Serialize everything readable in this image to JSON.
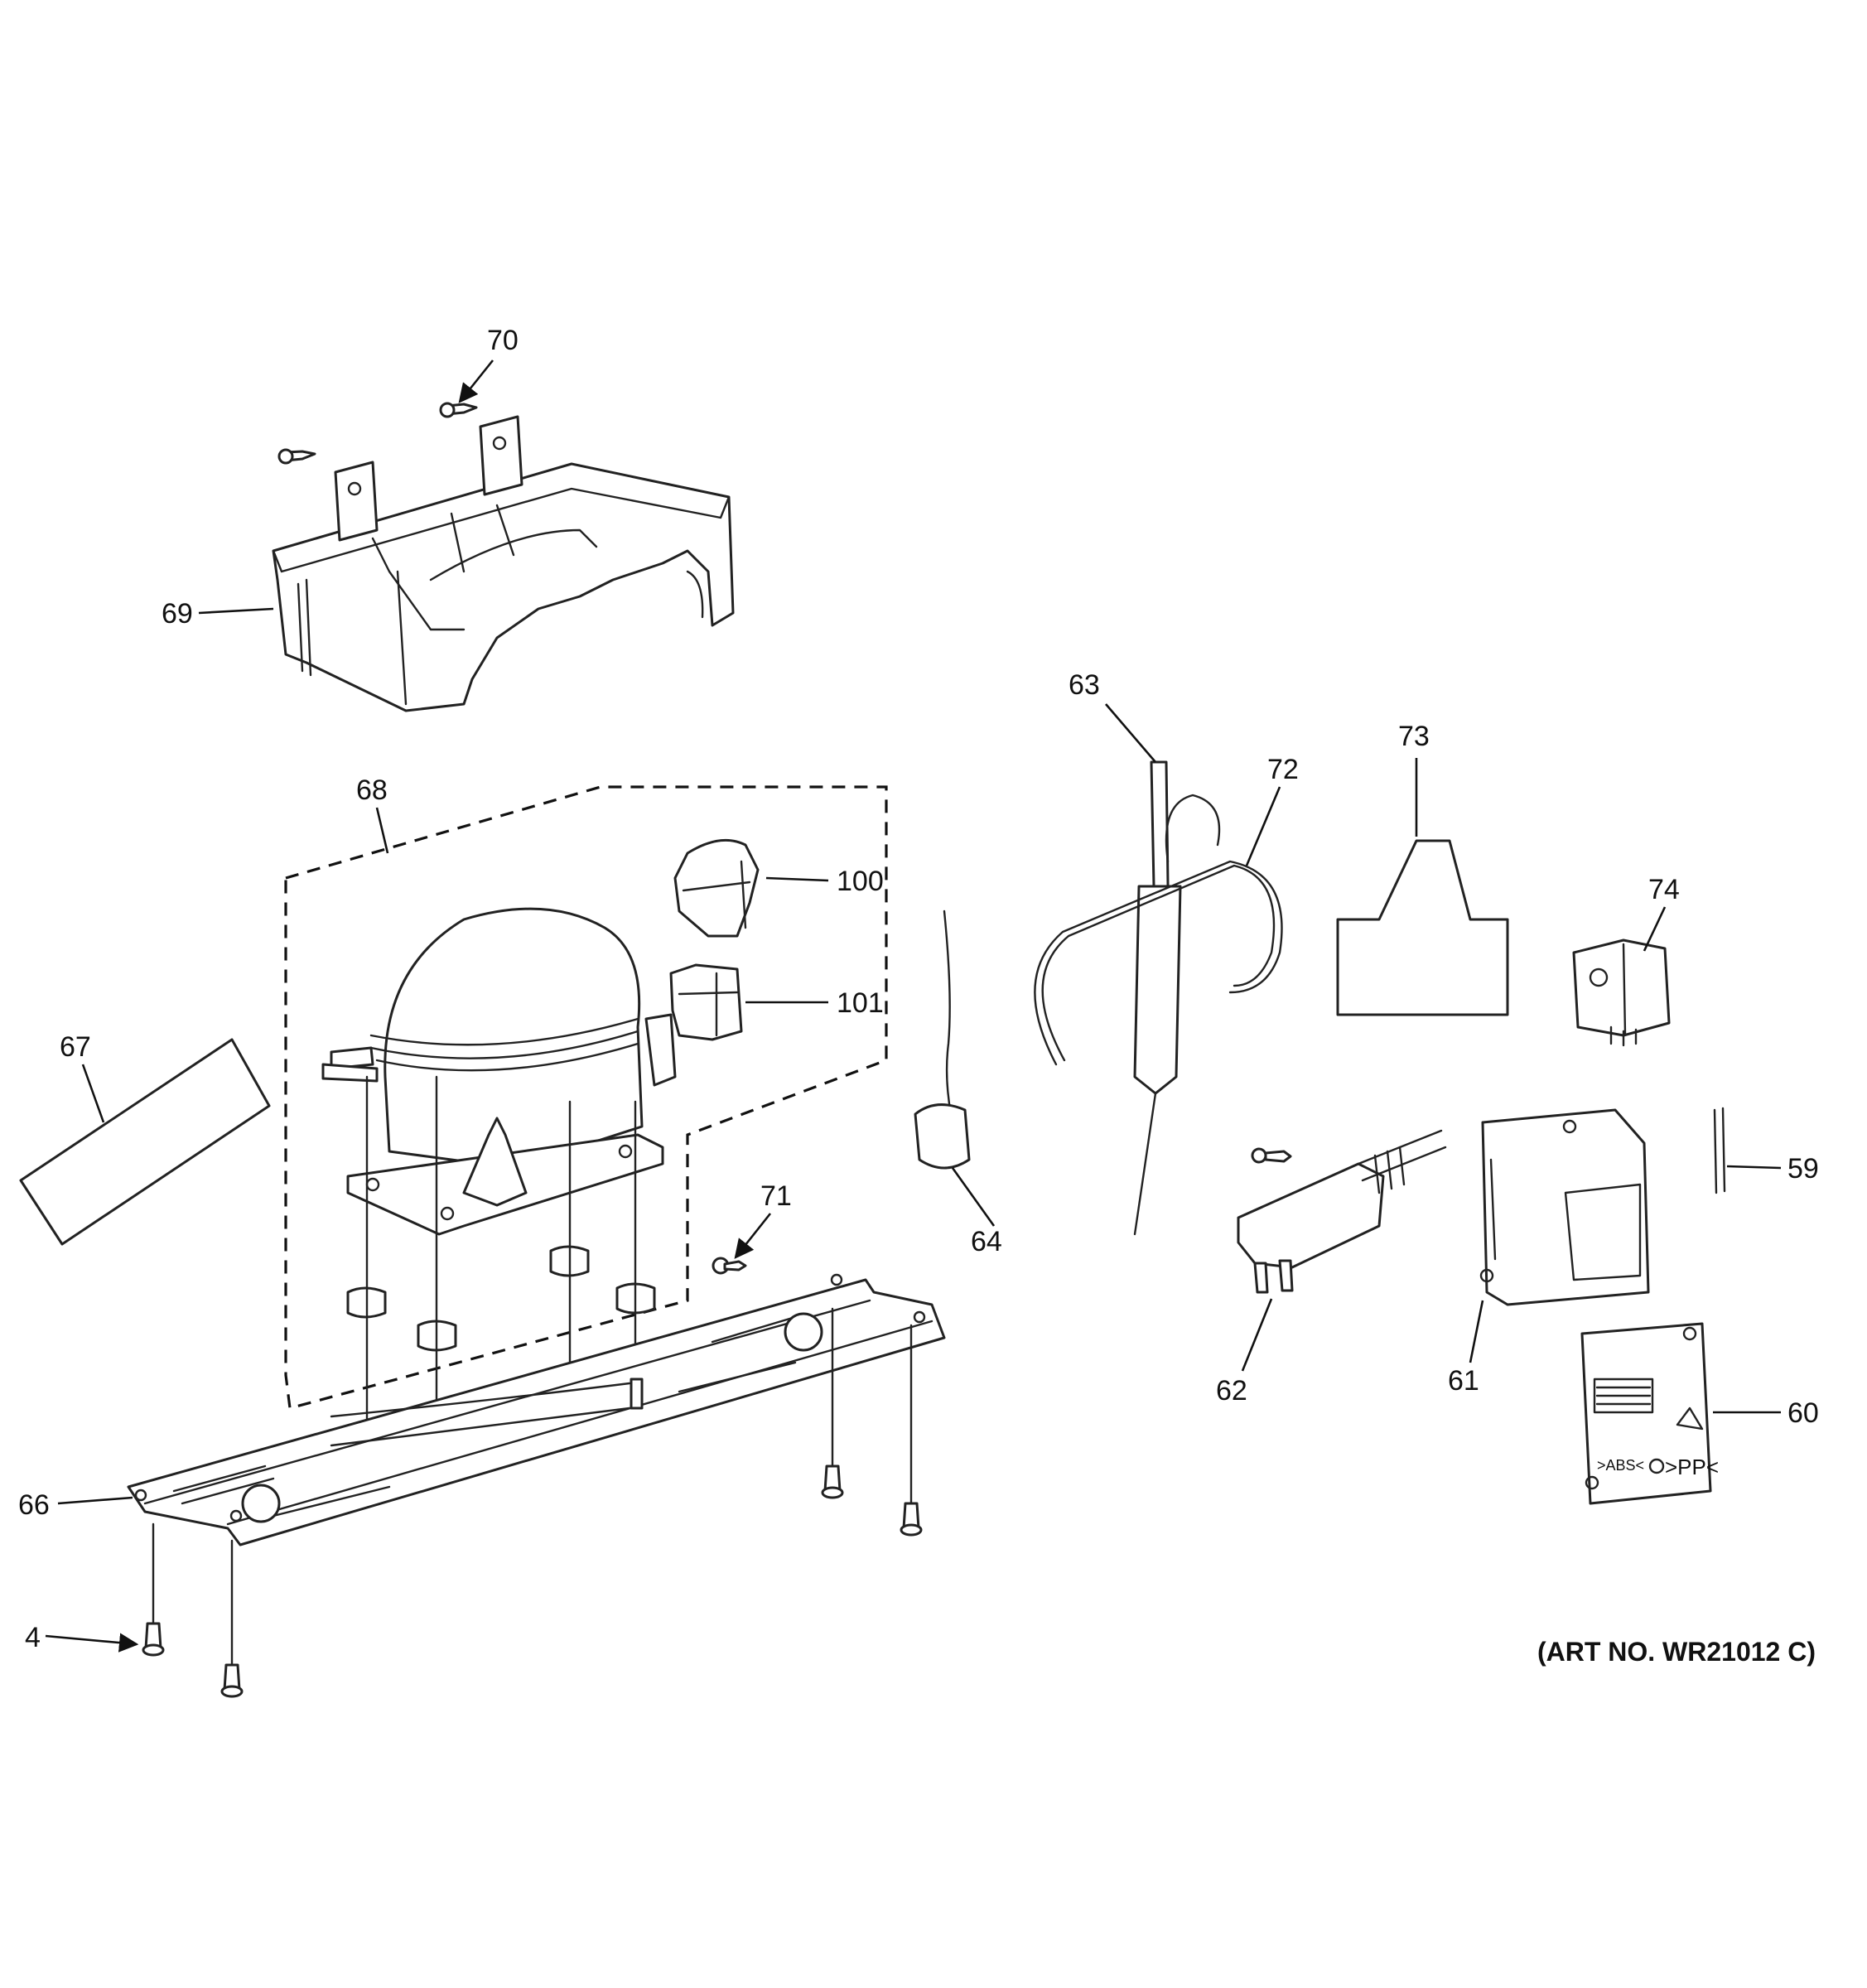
{
  "colors": {
    "line": "#222222",
    "background": "#ffffff"
  },
  "callouts": {
    "c70": "70",
    "c69": "69",
    "c68": "68",
    "c100": "100",
    "c101": "101",
    "c67": "67",
    "c71": "71",
    "c66": "66",
    "c4": "4",
    "c63": "63",
    "c72": "72",
    "c73": "73",
    "c74": "74",
    "c64": "64",
    "c62": "62",
    "c61": "61",
    "c59": "59",
    "c60": "60"
  },
  "module_markings": {
    "abs": ">ABS<",
    "pp": ">PP<"
  },
  "art_number": "(ART NO. WR21012 C)"
}
